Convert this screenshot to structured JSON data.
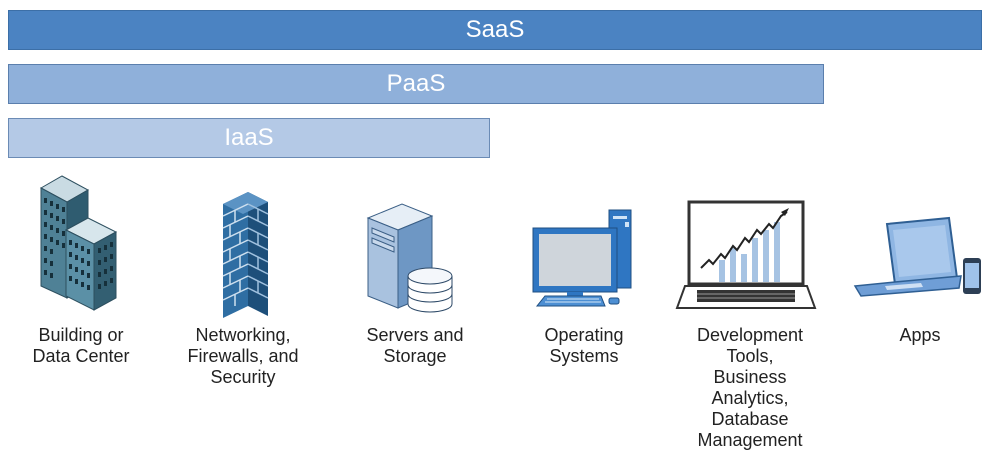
{
  "layers": {
    "saas": "SaaS",
    "paas": "PaaS",
    "iaas": "IaaS"
  },
  "items": [
    {
      "label": "Building or\nData Center",
      "icon": "building-icon"
    },
    {
      "label": "Networking,\nFirewalls, and\nSecurity",
      "icon": "firewall-icon"
    },
    {
      "label": "Servers and\nStorage",
      "icon": "server-storage-icon"
    },
    {
      "label": "Operating\nSystems",
      "icon": "desktop-computer-icon"
    },
    {
      "label": "Development\nTools,\nBusiness\nAnalytics,\nDatabase\nManagement",
      "icon": "analytics-laptop-icon"
    },
    {
      "label": "Apps",
      "icon": "laptop-phone-icon"
    }
  ],
  "colors": {
    "saas": "#4b83c2",
    "paas": "#8fb0da",
    "iaas": "#b4c9e6",
    "icon_blue": "#3a76b8",
    "icon_teal": "#3f6f86"
  }
}
